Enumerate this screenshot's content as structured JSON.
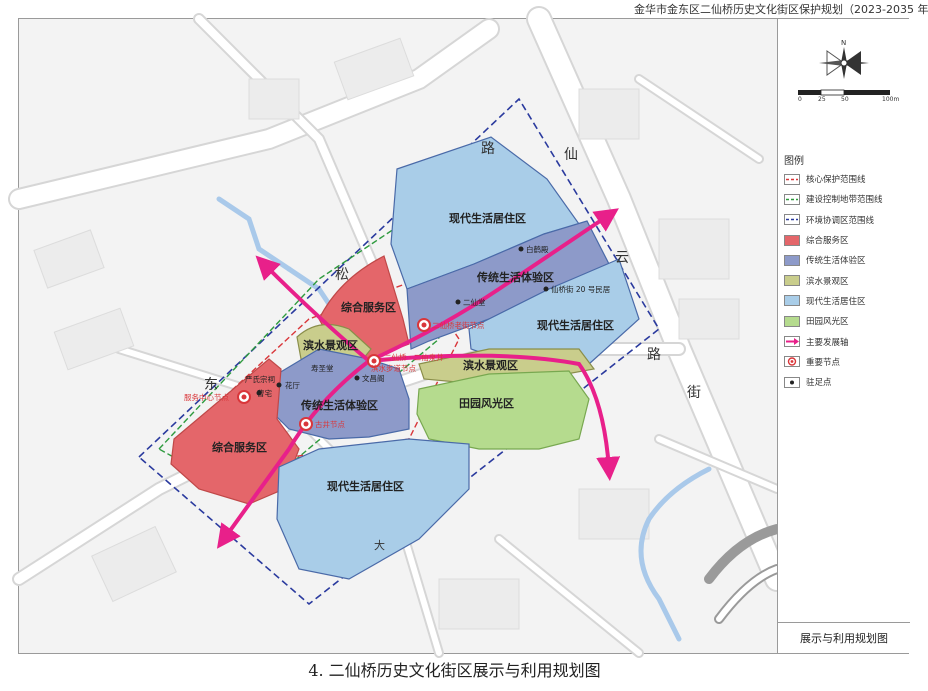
{
  "header": {
    "title": "金华市金东区二仙桥历史文化街区保护规划（2023-2035 年"
  },
  "caption": "4. 二仙桥历史文化街区展示与利用规划图",
  "sidebar": {
    "north_label": "N",
    "scale": {
      "ticks": [
        "0",
        "25",
        "50",
        "100m"
      ]
    },
    "legend_title": "图例",
    "legend": [
      {
        "label": "核心保护范围线",
        "color": "#d9363a",
        "kind": "dash"
      },
      {
        "label": "建设控制地带范围线",
        "color": "#2e9a3e",
        "kind": "dash"
      },
      {
        "label": "环境协调区范围线",
        "color": "#2a3a9e",
        "kind": "dash"
      },
      {
        "label": "综合服务区",
        "color": "#e4666a",
        "kind": "fill"
      },
      {
        "label": "传统生活体验区",
        "color": "#8d9ac9",
        "kind": "fill"
      },
      {
        "label": "滨水景观区",
        "color": "#c9cd8c",
        "kind": "fill"
      },
      {
        "label": "现代生活居住区",
        "color": "#a9cde8",
        "kind": "fill"
      },
      {
        "label": "田园风光区",
        "color": "#b5db8e",
        "kind": "fill"
      },
      {
        "label": "主要发展轴",
        "color": "#e8208a",
        "kind": "arrow"
      },
      {
        "label": "重要节点",
        "color": "#d9363a",
        "kind": "node"
      },
      {
        "label": "驻足点",
        "color": "#222222",
        "kind": "dot"
      }
    ],
    "bottom_title": "展示与利用规划图"
  },
  "map": {
    "roads": [
      "仙",
      "云",
      "路",
      "街",
      "路",
      "松",
      "东",
      "大"
    ],
    "zones": [
      "现代生活居住区",
      "综合服务区",
      "传统生活体验区",
      "现代生活居住区",
      "滨水景观区",
      "滨水景观区",
      "传统生活体验区",
      "田园风光区",
      "综合服务区",
      "现代生活居住区"
    ],
    "nodes": [
      "二仙桥老街节点",
      "二仙桥 · 二仙泉井",
      "滨水步道节点",
      "服务中心节点",
      "古井节点"
    ],
    "stops": [
      "白鹤殿",
      "二仙堂",
      "仙桥街 20 号民居",
      "寿圣堂",
      "文昌阁",
      "花厅",
      "严氏宗祠",
      "曹宅"
    ]
  }
}
